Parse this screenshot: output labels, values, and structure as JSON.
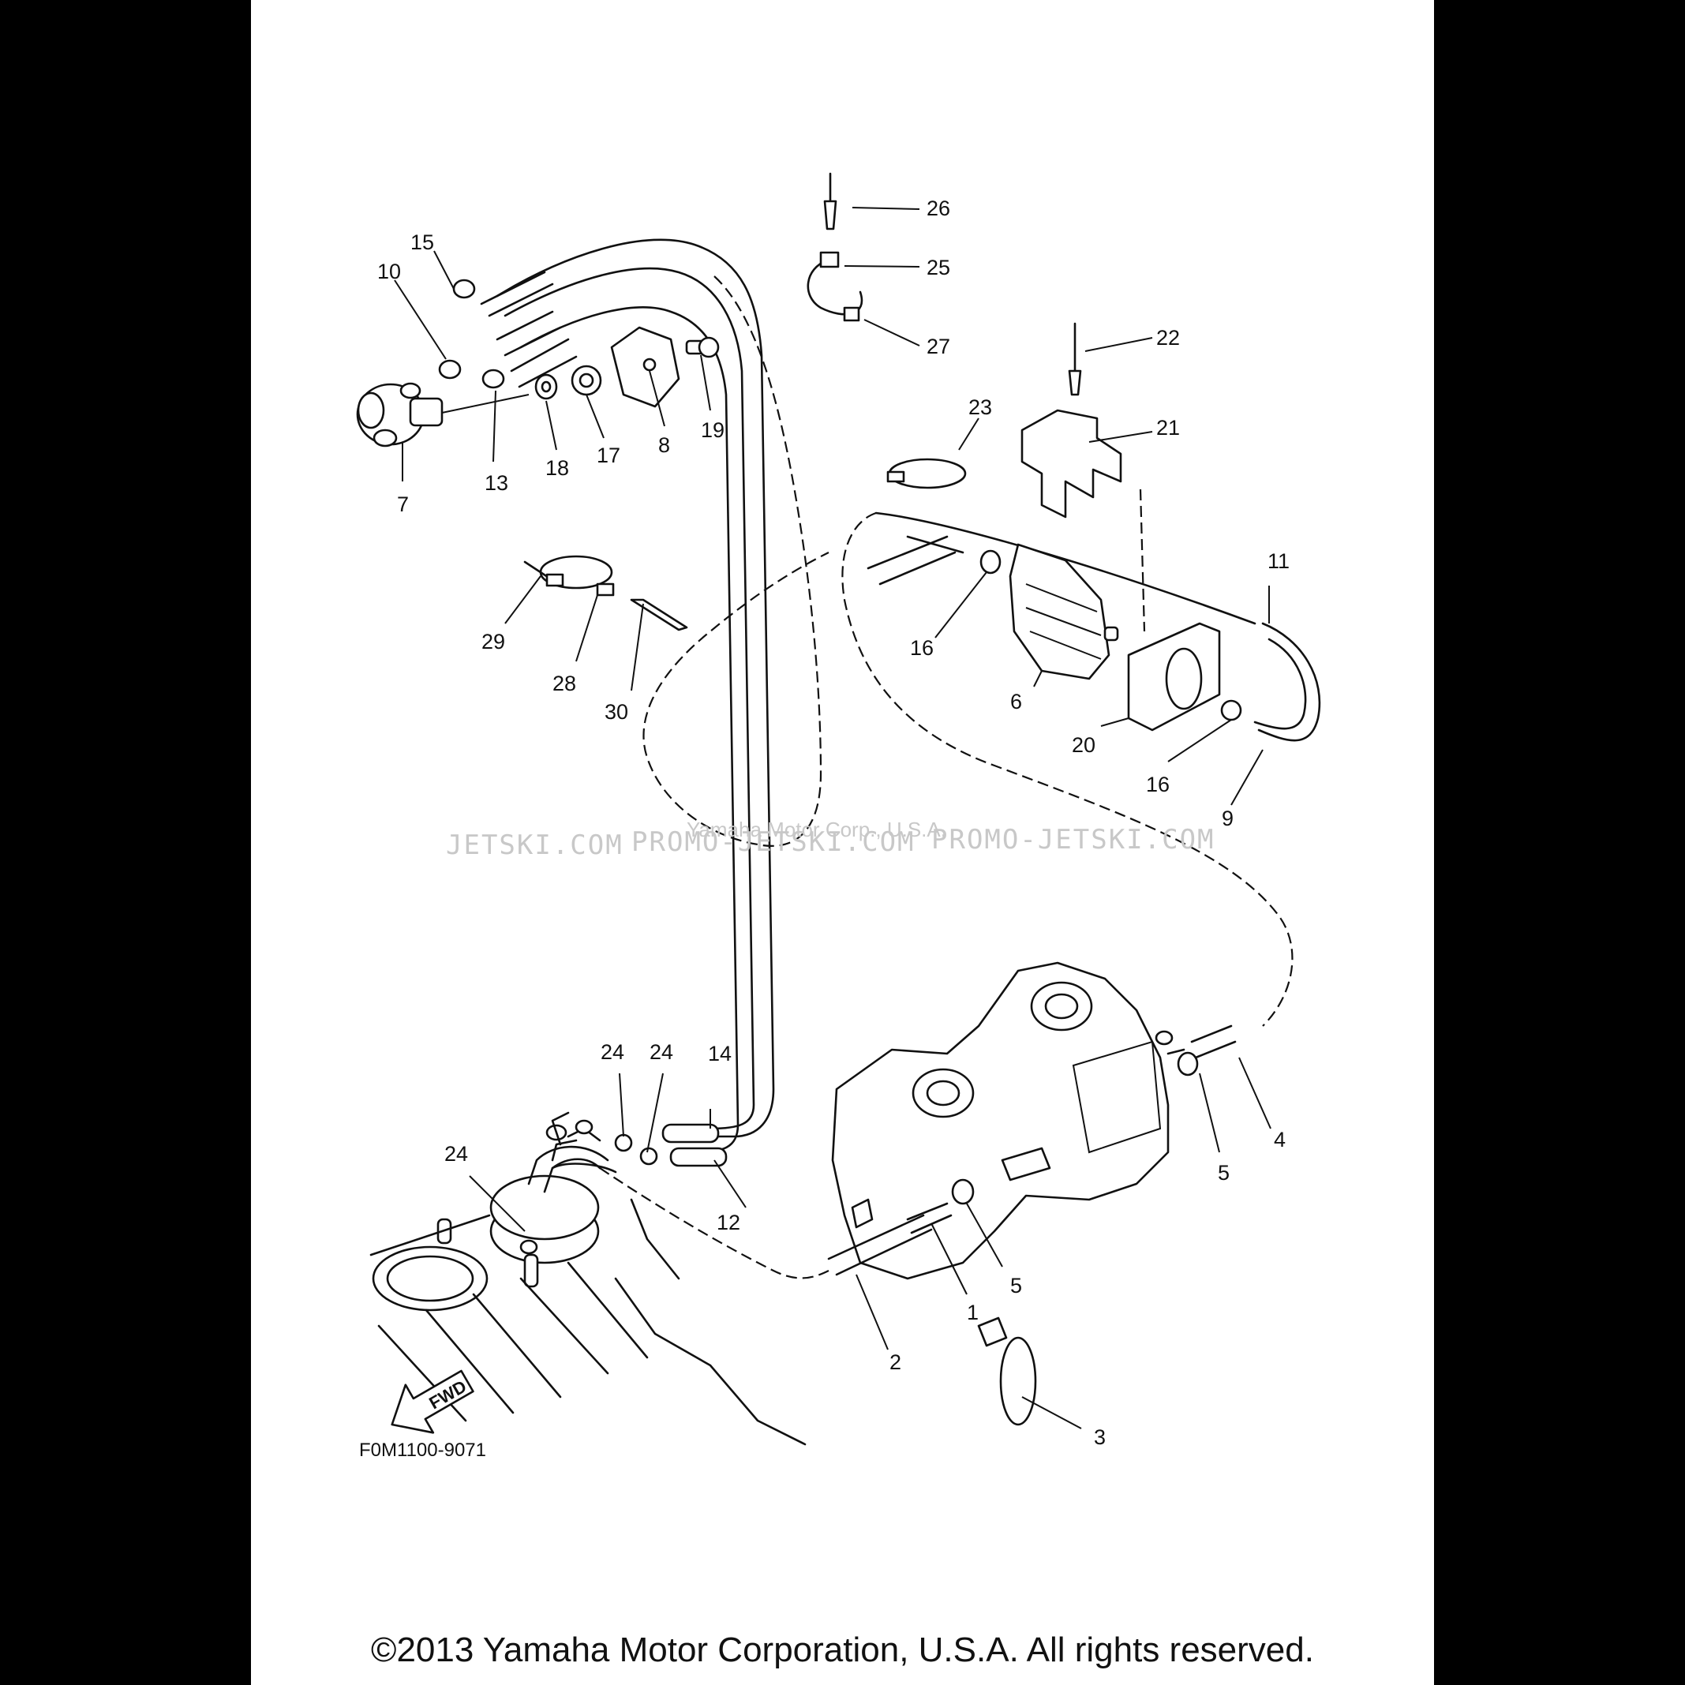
{
  "diagram": {
    "labels": [
      "1",
      "2",
      "3",
      "4",
      "5",
      "5",
      "6",
      "7",
      "8",
      "9",
      "10",
      "11",
      "12",
      "13",
      "14",
      "15",
      "16",
      "16",
      "17",
      "18",
      "19",
      "20",
      "21",
      "22",
      "23",
      "24",
      "24",
      "24",
      "25",
      "26",
      "27",
      "28",
      "29",
      "30"
    ],
    "figure_code": "F0M1100-9071",
    "fwd_label": "FWD",
    "watermarks": [
      "JETSKI.COM",
      "PROMO-JETSKI.COM",
      "PROMO-JETSKI.COM"
    ],
    "watermark_caption": "Yamaha Motor Corp., U.S.A."
  },
  "footer": {
    "copyright": "©2013 Yamaha Motor Corporation, U.S.A. All rights reserved."
  }
}
